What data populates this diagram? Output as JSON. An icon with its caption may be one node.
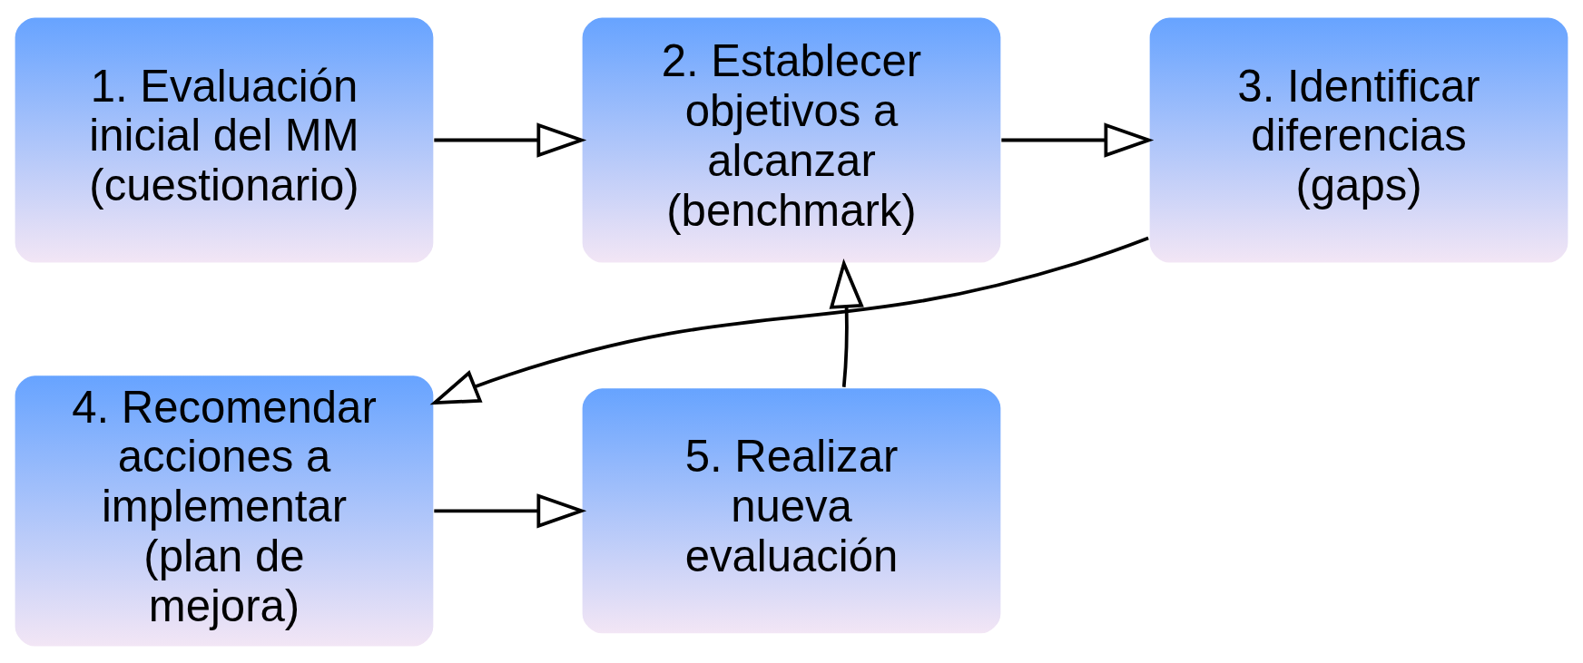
{
  "diagram": {
    "nodes": [
      {
        "text": [
          "1. Evaluación inicial del MM (cuestionario)"
        ]
      },
      {
        "text": [
          "2. Establecer objetivos a alcanzar (benchmark)"
        ]
      },
      {
        "text": [
          "3. Identificar diferencias (gaps)"
        ]
      },
      {
        "text": [
          "4. Recomendar acciones a implementar (plan de mejora)"
        ]
      },
      {
        "text": [
          "5. Realizar nueva evaluación"
        ]
      }
    ],
    "edges": [
      {
        "from": 0,
        "to": 1,
        "arrow": "to"
      },
      {
        "from": 1,
        "to": 2,
        "arrow": "to"
      },
      {
        "from": 2,
        "to": 3,
        "arrow": "to"
      },
      {
        "from": 3,
        "to": 4,
        "arrow": "to"
      },
      {
        "from": 4,
        "to": 1,
        "arrow": "to"
      }
    ]
  }
}
